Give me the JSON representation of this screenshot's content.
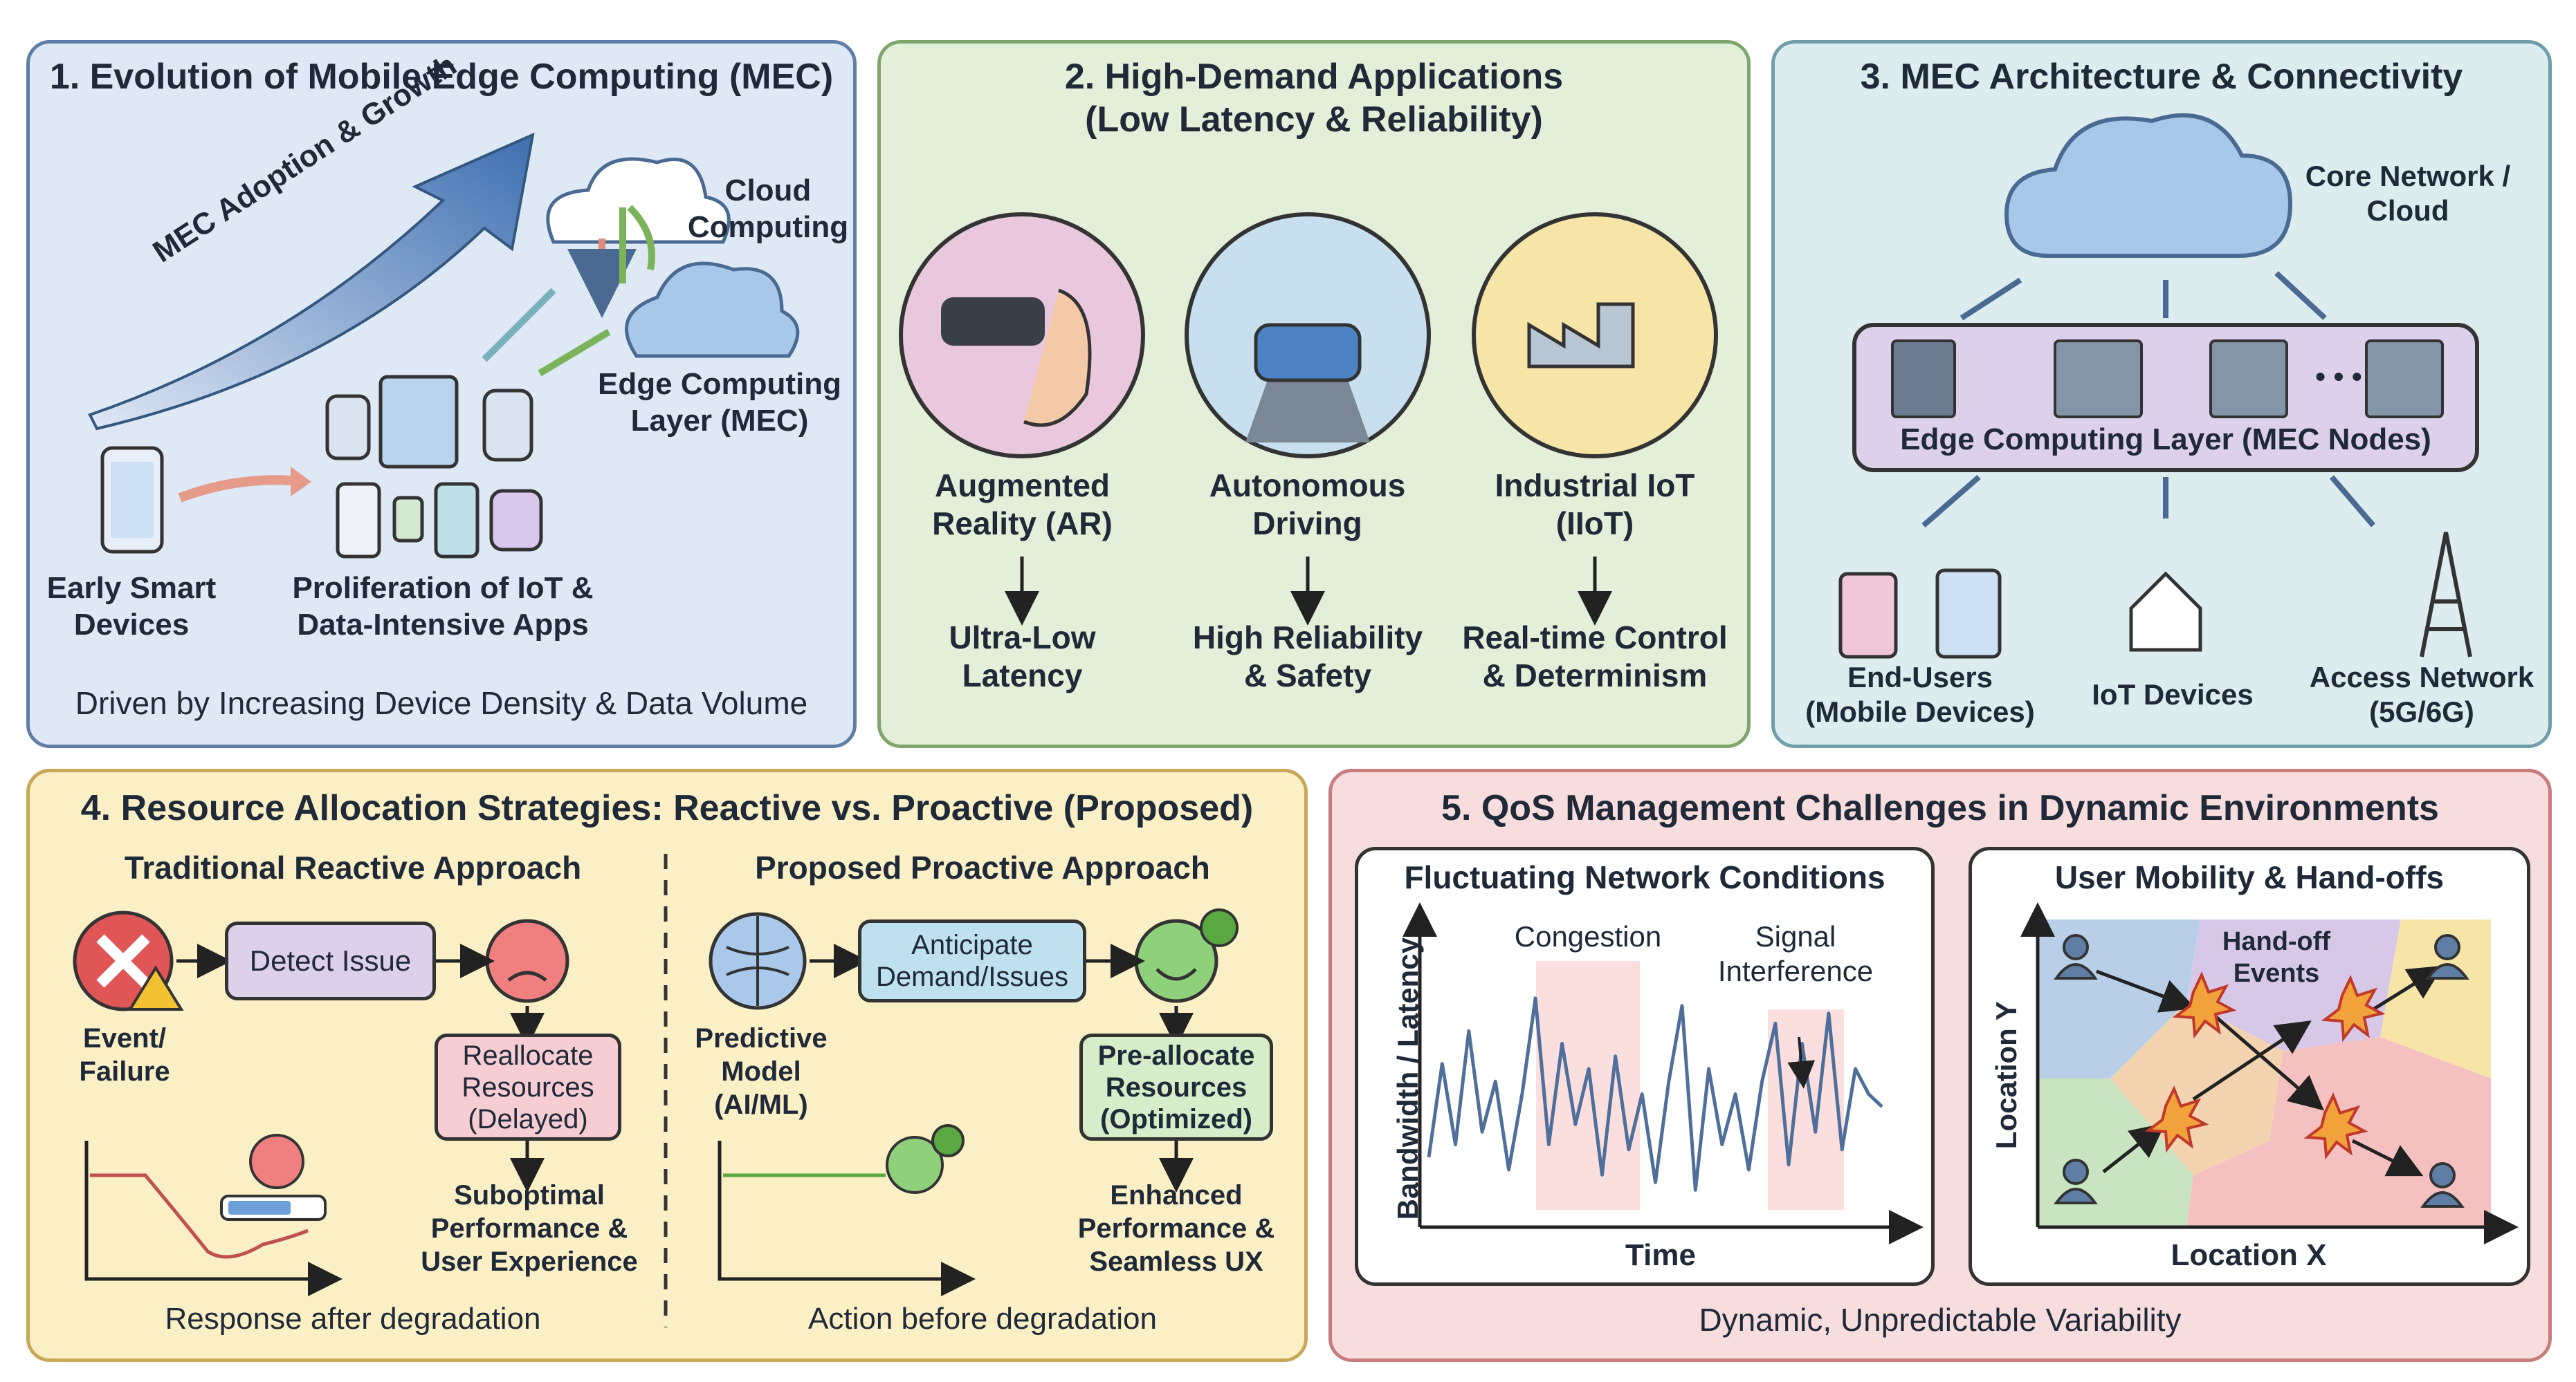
{
  "colors": {
    "panel1": "#dfe8f5",
    "panel2": "#e3efd8",
    "panel3": "#dcecef",
    "panel4": "#fbefc6",
    "panel5": "#f7dddd",
    "line": "#4a6a92",
    "red": "#d94545",
    "green": "#5aa842"
  },
  "p1": {
    "title": "1. Evolution of Mobile Edge Computing (MEC)",
    "arrow_label": "MEC Adoption & Growth",
    "cloud_label": "Cloud\nComputing",
    "edge_label": "Edge Computing\nLayer (MEC)",
    "early_label": "Early Smart\nDevices",
    "prolif_label": "Proliferation of IoT &\nData-Intensive Apps",
    "footer": "Driven by Increasing Device Density & Data Volume"
  },
  "p2": {
    "title": "2. High-Demand Applications\n(Low Latency & Reliability)",
    "apps": [
      {
        "name": "Augmented\nReality (AR)",
        "req": "Ultra-Low\nLatency",
        "icon": "vr-headset-icon"
      },
      {
        "name": "Autonomous\nDriving",
        "req": "High Reliability\n& Safety",
        "icon": "car-icon"
      },
      {
        "name": "Industrial IoT\n(IIoT)",
        "req": "Real-time Control\n& Determinism",
        "icon": "factory-icon"
      }
    ]
  },
  "p3": {
    "title": "3. MEC Architecture & Connectivity",
    "cloud_label": "Core Network /\nCloud",
    "edge_layer": "Edge Computing Layer (MEC Nodes)",
    "ellipsis": "• • •",
    "endusers": "End-Users\n(Mobile Devices)",
    "iot": "IoT Devices",
    "access": "Access Network\n(5G/6G)"
  },
  "p4": {
    "title": "4. Resource Allocation Strategies: Reactive vs. Proactive (Proposed)",
    "reactive": {
      "heading": "Traditional Reactive Approach",
      "event": "Event/\nFailure",
      "detect": "Detect Issue",
      "reallocate": "Reallocate\nResources\n(Delayed)",
      "outcome": "Suboptimal\nPerformance &\nUser Experience",
      "caption": "Response after degradation"
    },
    "proactive": {
      "heading": "Proposed Proactive Approach",
      "model": "Predictive\nModel\n(AI/ML)",
      "anticipate": "Anticipate\nDemand/Issues",
      "preallocate": "Pre-allocate\nResources\n(Optimized)",
      "outcome": "Enhanced\nPerformance &\nSeamless UX",
      "caption": "Action before degradation"
    }
  },
  "p5": {
    "title": "5. QoS Management Challenges in Dynamic Environments",
    "chart1": {
      "title": "Fluctuating Network Conditions",
      "xlabel": "Time",
      "ylabel": "Bandwidth / Latency",
      "ann1": "Congestion",
      "ann2": "Signal\nInterference"
    },
    "chart2": {
      "title": "User Mobility & Hand-offs",
      "xlabel": "Location X",
      "ylabel": "Location Y",
      "ann": "Hand-off\nEvents"
    },
    "footer": "Dynamic, Unpredictable Variability"
  },
  "chart_data": [
    {
      "type": "line",
      "title": "Fluctuating Network Conditions",
      "xlabel": "Time",
      "ylabel": "Bandwidth / Latency",
      "x": [
        1,
        2,
        3,
        4,
        5,
        6,
        7,
        8,
        9,
        10,
        11,
        12,
        13,
        14,
        15,
        16,
        17,
        18,
        19,
        20,
        21,
        22,
        23,
        24,
        25,
        26,
        27,
        28,
        29,
        30,
        31,
        32,
        33,
        34,
        35
      ],
      "values": [
        0.25,
        0.62,
        0.3,
        0.75,
        0.35,
        0.55,
        0.2,
        0.5,
        0.88,
        0.3,
        0.7,
        0.38,
        0.6,
        0.18,
        0.65,
        0.28,
        0.5,
        0.15,
        0.55,
        0.85,
        0.12,
        0.6,
        0.3,
        0.5,
        0.2,
        0.55,
        0.78,
        0.22,
        0.7,
        0.35,
        0.82,
        0.28,
        0.6,
        0.5,
        0.45
      ],
      "annotations": [
        "Congestion",
        "Signal\nInterference"
      ]
    }
  ]
}
